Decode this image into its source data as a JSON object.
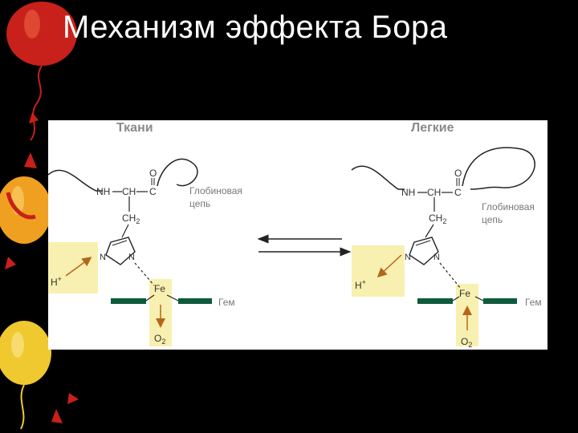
{
  "slide": {
    "title": "Механизм эффекта Бора"
  },
  "diagram": {
    "left_region": "Ткани",
    "right_region": "Легкие",
    "left": {
      "nh": "NH",
      "ch": "CH",
      "c": "C",
      "o": "O",
      "ch2": "CH",
      "ch2_sub": "2",
      "n1": "N",
      "n2": "N",
      "globin_line1": "Глобиновая",
      "globin_line2": "цепь",
      "h": "H",
      "h_sup": "+",
      "fe": "Fe",
      "heme": "Гем",
      "o2": "O",
      "o2_sub": "2"
    },
    "right": {
      "nh": "NH",
      "ch": "CH",
      "c": "C",
      "o": "O",
      "ch2": "CH",
      "ch2_sub": "2",
      "n1": "N",
      "n2": "N",
      "globin_line1": "Глобиновая",
      "globin_line2": "цепь",
      "h": "H",
      "h_sup": "+",
      "fe": "Fe",
      "heme": "Гем",
      "o2": "O",
      "o2_sub": "2"
    },
    "colors": {
      "highlight": "#f8f0b0",
      "arrow": "#b5651d",
      "heme_bar": "#0e5a3c",
      "balloon_red": "#c8201a",
      "balloon_orange": "#f0a020",
      "balloon_yellow": "#f0c830"
    }
  }
}
